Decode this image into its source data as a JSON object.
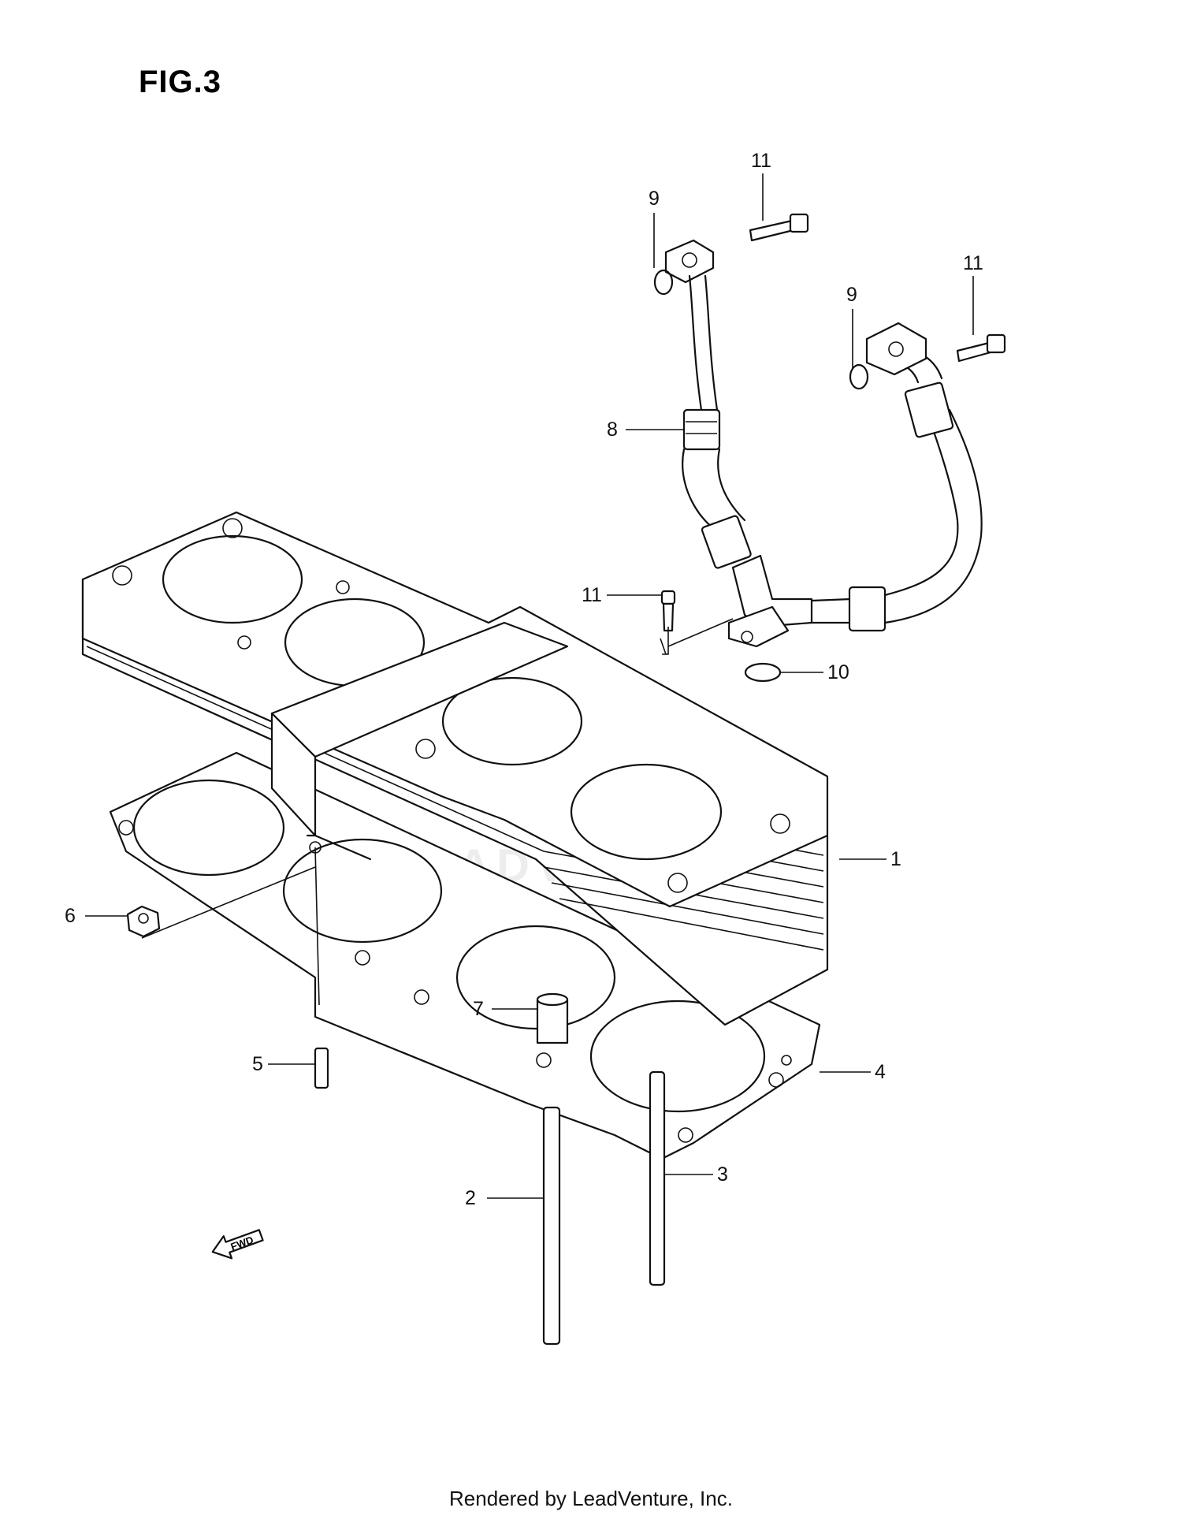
{
  "figure": {
    "title": "FIG.3"
  },
  "callouts": [
    {
      "id": "1",
      "label": "1"
    },
    {
      "id": "2",
      "label": "2"
    },
    {
      "id": "3",
      "label": "3"
    },
    {
      "id": "4",
      "label": "4"
    },
    {
      "id": "5",
      "label": "5"
    },
    {
      "id": "6",
      "label": "6"
    },
    {
      "id": "7",
      "label": "7"
    },
    {
      "id": "8",
      "label": "8"
    },
    {
      "id": "9a",
      "label": "9"
    },
    {
      "id": "9b",
      "label": "9"
    },
    {
      "id": "10",
      "label": "10"
    },
    {
      "id": "11a",
      "label": "11"
    },
    {
      "id": "11b",
      "label": "11"
    },
    {
      "id": "11c",
      "label": "11"
    }
  ],
  "fwd_marker": "FWD",
  "watermark": "LEADVENTURE",
  "footer": "Rendered by LeadVenture, Inc."
}
